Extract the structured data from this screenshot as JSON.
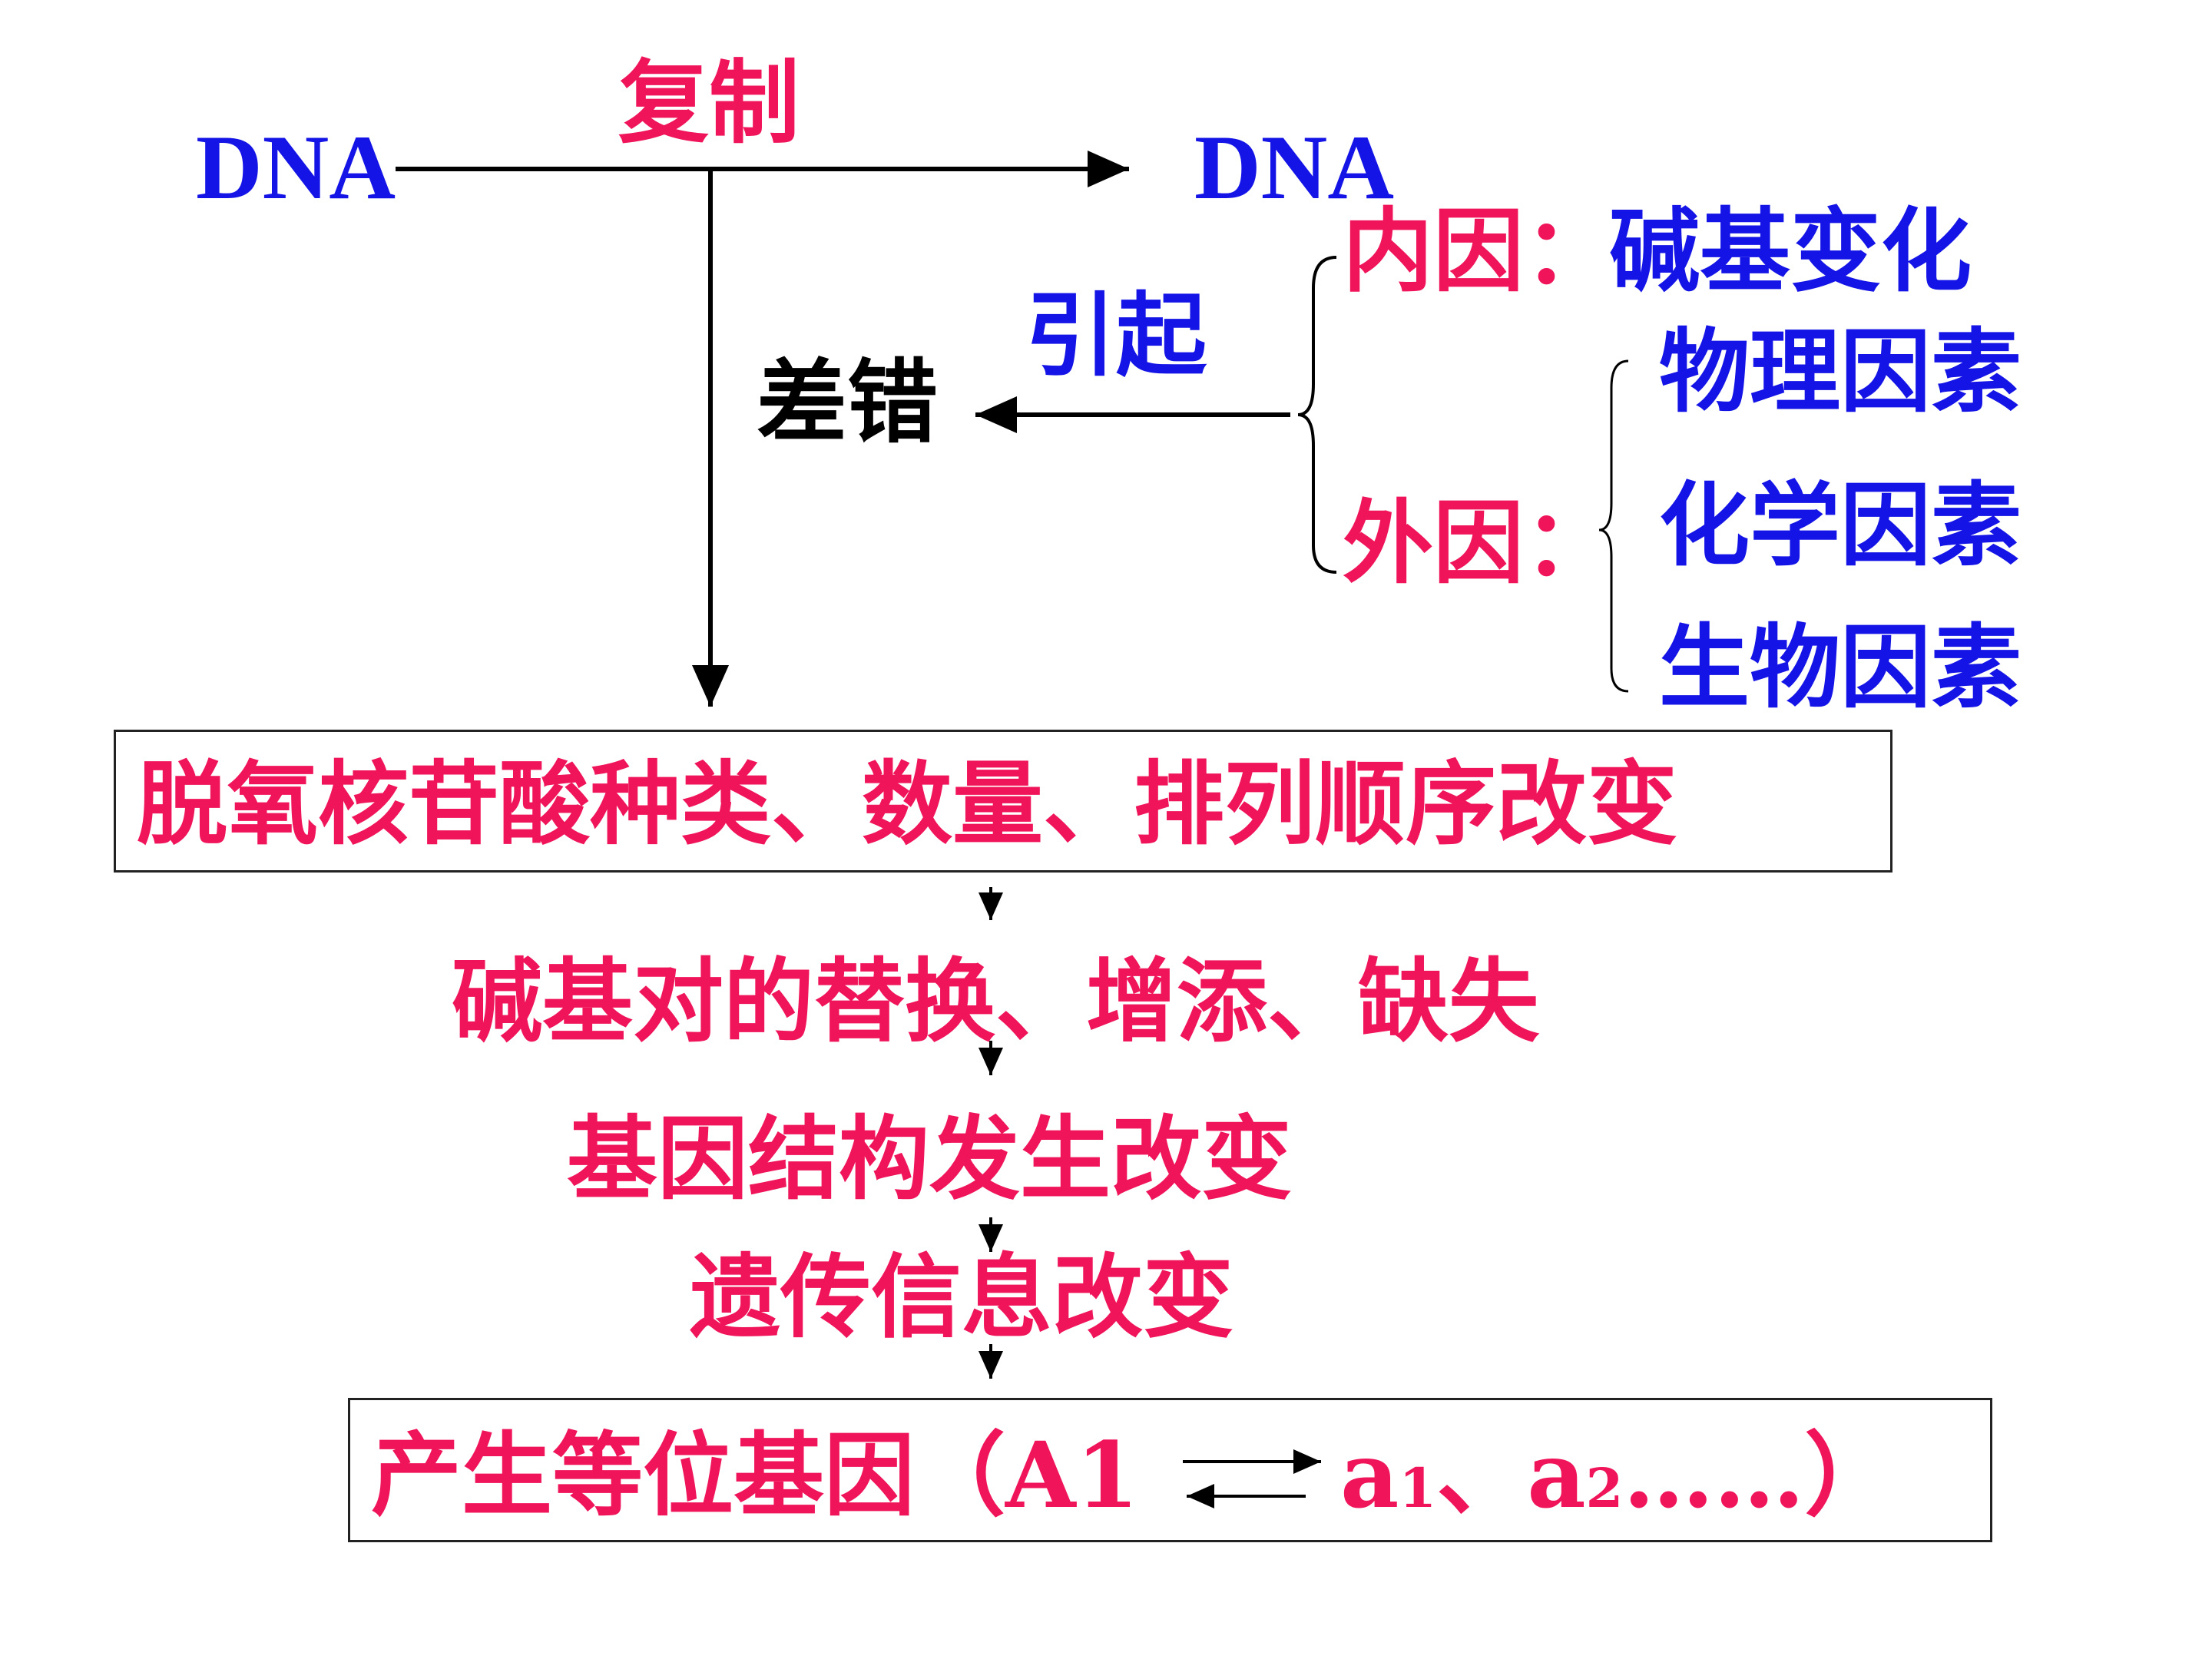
{
  "top": {
    "dna_left": "DNA",
    "dna_right": "DNA",
    "replication": "复制"
  },
  "causes": {
    "cause_verb": "引起",
    "error": "差错",
    "internal_label": "内因：",
    "internal_value": "碱基变化",
    "external_label": "外因：",
    "external_items": [
      "物理因素",
      "化学因素",
      "生物因素"
    ]
  },
  "chain": {
    "box1": "脱氧核苷酸种类、数量、排列顺序改变",
    "step2": "碱基对的替换、增添、缺失",
    "step3": "基因结构发生改变",
    "step4": "遗传信息改变"
  },
  "result": {
    "prefix": "产生等位基因（A",
    "a_sub": "1",
    "mid1": "a",
    "mid1_sub": "1",
    "sep": "、a",
    "mid2_sub": "2",
    "suffix": "……）"
  },
  "colors": {
    "blue": "#1414e6",
    "red": "#f0145a",
    "black": "#000000"
  }
}
